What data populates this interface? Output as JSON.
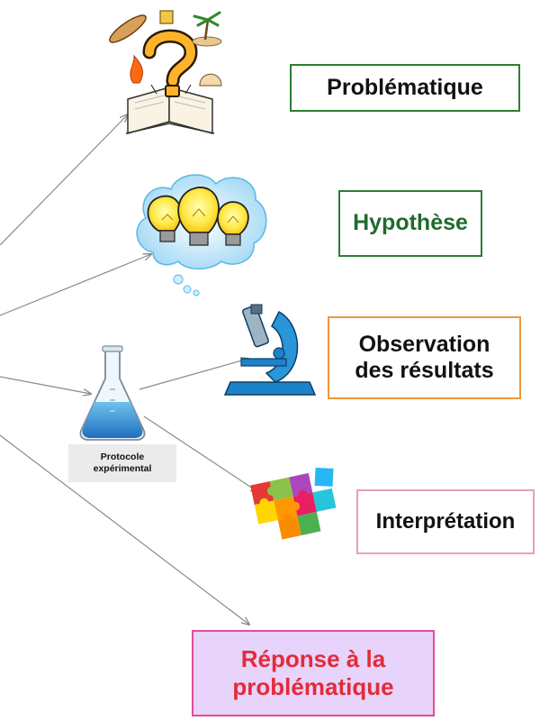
{
  "steps": {
    "problematique": "Problématique",
    "hypothese": "Hypothèse",
    "observation_line1": "Observation",
    "observation_line2": "des résultats",
    "interpretation": "Interprétation",
    "reponse_line1": "Réponse à la",
    "reponse_line2": "problématique"
  },
  "protocole": {
    "line1": "Protocole",
    "line2": "expérimental"
  },
  "icons": {
    "question": "question-book-icon",
    "idea": "lightbulbs-cloud-icon",
    "flask": "erlenmeyer-flask-icon",
    "microscope": "microscope-icon",
    "puzzle": "puzzle-icon"
  },
  "colors": {
    "green_border": "#2e7d32",
    "orange_border": "#f0963a",
    "pink_border": "#e8a0b4",
    "magenta_border": "#e24f93",
    "reponse_fill": "#e8d3fb",
    "reponse_text": "#e32b3a",
    "hypothese_text": "#1f6b2e"
  }
}
